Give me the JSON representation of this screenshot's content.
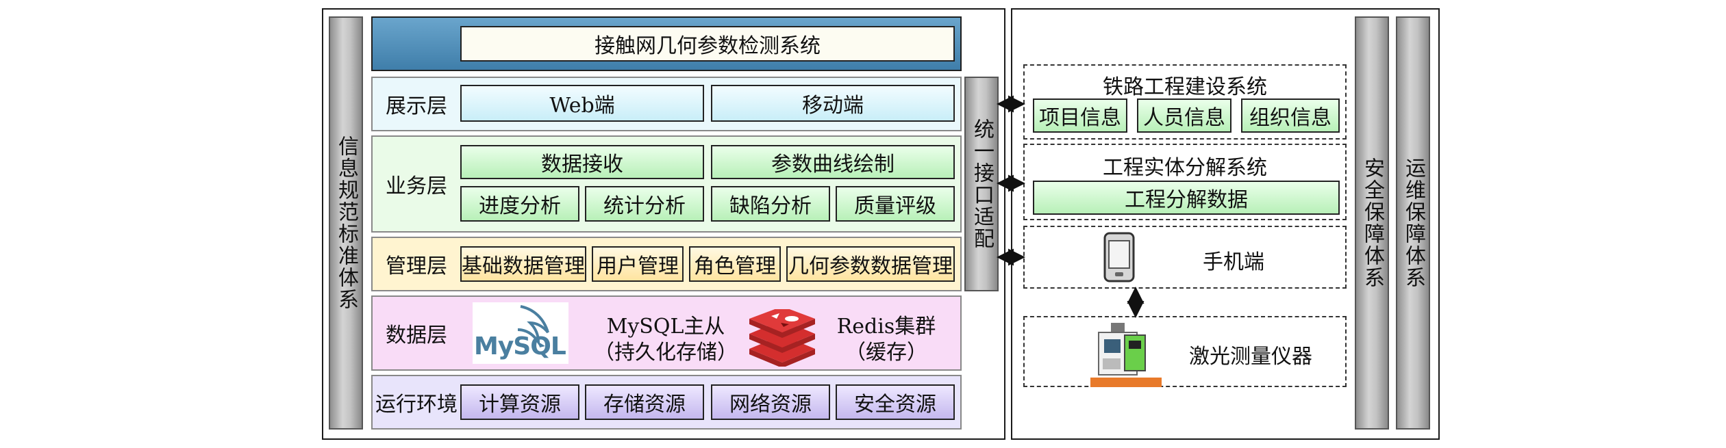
{
  "left_bar": "信息规范标准体系",
  "system_title": "接触网几何参数检测系统",
  "interface_bar": "统一接口适配",
  "layers": {
    "display": {
      "label": "展示层",
      "items": [
        "Web端",
        "移动端"
      ]
    },
    "business": {
      "label": "业务层",
      "row1": [
        "数据接收",
        "参数曲线绘制"
      ],
      "row2": [
        "进度分析",
        "统计分析",
        "缺陷分析",
        "质量评级"
      ]
    },
    "management": {
      "label": "管理层",
      "items": [
        "基础数据管理",
        "用户管理",
        "角色管理",
        "几何参数数据管理"
      ]
    },
    "data": {
      "label": "数据层",
      "mysql_logo": "MySQL",
      "mysql_line1": "MySQL主从",
      "mysql_line2": "（持久化存储）",
      "redis_line1": "Redis集群",
      "redis_line2": "（缓存）"
    },
    "runtime": {
      "label": "运行环境",
      "items": [
        "计算资源",
        "存储资源",
        "网络资源",
        "安全资源"
      ]
    }
  },
  "external": {
    "railway": {
      "title": "铁路工程建设系统",
      "items": [
        "项目信息",
        "人员信息",
        "组织信息"
      ]
    },
    "decompose": {
      "title": "工程实体分解系统",
      "item": "工程分解数据"
    },
    "phone": {
      "label": "手机端"
    },
    "laser": {
      "label": "激光测量仪器"
    }
  },
  "right_bar_1": "安全保障体系",
  "right_bar_2": "运维保障体系",
  "colors": {
    "title_bar": "#4f8fbb",
    "display_layer": "#eaf8fc",
    "business_layer": "#eafbe8",
    "management_layer": "#fff4d0",
    "data_layer": "#f9dcf7",
    "runtime_layer": "#e8e4fb",
    "mysql_blue": "#4a7fa0",
    "mysql_orange": "#e78f1b",
    "redis_red": "#d42e2e"
  }
}
